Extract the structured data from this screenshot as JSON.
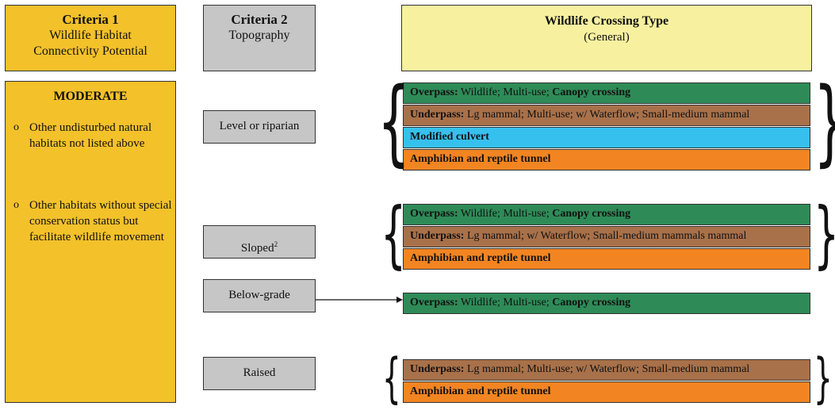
{
  "header": {
    "criteria1_title": "Criteria 1",
    "criteria1_sub": "Wildlife Habitat Connectivity Potential",
    "criteria2_title": "Criteria 2",
    "criteria2_sub": "Topography",
    "crossing_title": "Wildlife Crossing Type",
    "crossing_sub": "(General)"
  },
  "criteria1": {
    "title": "MODERATE",
    "bullet_mark": "o",
    "bullets": [
      "Other undisturbed natural habitats not listed above",
      "Other habitats without special conservation status but facilitate wildlife movement"
    ]
  },
  "topography": {
    "level": "Level or riparian",
    "sloped": "Sloped",
    "sloped_note": "2",
    "below": "Below-grade",
    "raised": "Raised"
  },
  "crossings": {
    "level": [
      {
        "bold": "Overpass:",
        "text": " Wildlife; Multi-use; ",
        "bold2": "Canopy crossing",
        "color": "#2e8b57"
      },
      {
        "bold": "Underpass:",
        "text": " Lg mammal; Multi-use; w/ Waterflow; Small-medium mammal",
        "bold2": "",
        "color": "#a8714a"
      },
      {
        "bold": "Modified culvert",
        "text": "",
        "bold2": "",
        "color": "#36c0ee"
      },
      {
        "bold": "Amphibian and reptile tunnel",
        "text": "",
        "bold2": "",
        "color": "#f28522"
      }
    ],
    "sloped": [
      {
        "bold": "Overpass:",
        "text": " Wildlife; Multi-use; ",
        "bold2": "Canopy crossing",
        "color": "#2e8b57"
      },
      {
        "bold": "Underpass:",
        "text": " Lg mammal; w/ Waterflow; Small-medium mammals mammal",
        "bold2": "",
        "color": "#a8714a"
      },
      {
        "bold": "Amphibian and reptile tunnel",
        "text": "",
        "bold2": "",
        "color": "#f28522"
      }
    ],
    "below": [
      {
        "bold": "Overpass:",
        "text": " Wildlife; Multi-use; ",
        "bold2": "Canopy crossing",
        "color": "#2e8b57"
      }
    ],
    "raised": [
      {
        "bold": "Underpass:",
        "text": " Lg mammal; Multi-use; w/ Waterflow; Small-medium mammal",
        "bold2": "",
        "color": "#a8714a"
      },
      {
        "bold": "Amphibian and reptile tunnel",
        "text": "",
        "bold2": "",
        "color": "#f28522"
      }
    ]
  }
}
